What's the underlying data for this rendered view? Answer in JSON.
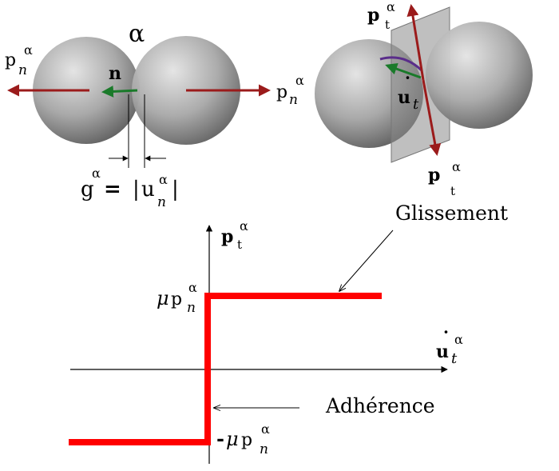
{
  "colors": {
    "force": "#9b1b1b",
    "normal_arrow": "#1a7a2a",
    "friction_law": "#ff0000",
    "sphere_dark": "#6a6a6a",
    "sphere_light": "#dddddd",
    "plane": "#8f8f8f"
  },
  "contact_normal": {
    "alpha": "α",
    "n_label": "n",
    "left_force": {
      "base": "p",
      "sup": "α",
      "sub": "n"
    },
    "right_force": {
      "base": "p",
      "sup": "α",
      "sub": "n"
    },
    "gap": {
      "g": "g",
      "g_sup": "α",
      "equals": "=",
      "bar_left": "|",
      "u": "u",
      "u_sup": "α",
      "u_sub": "n",
      "bar_right": "|"
    }
  },
  "contact_tangential": {
    "top_force": {
      "base": "p",
      "sup": "α",
      "sub": "t"
    },
    "bottom_force": {
      "base": "p",
      "sup": "α",
      "sub": "t"
    },
    "velocity": {
      "base": "u",
      "dot": "˙",
      "sub": "t"
    }
  },
  "law_plot": {
    "y_axis": {
      "base": "p",
      "sup": "α",
      "sub": "t"
    },
    "x_axis": {
      "base": "u",
      "dot": "˙",
      "sup": "α",
      "sub": "t"
    },
    "upper_level": {
      "mu": "μ",
      "base": "p",
      "sup": "α",
      "sub": "n"
    },
    "lower_level": {
      "minus": "-",
      "mu": "μ",
      "base": "p",
      "sup": "α",
      "sub": "n"
    },
    "glissement": "Glissement",
    "adherence": "Adhérence"
  }
}
